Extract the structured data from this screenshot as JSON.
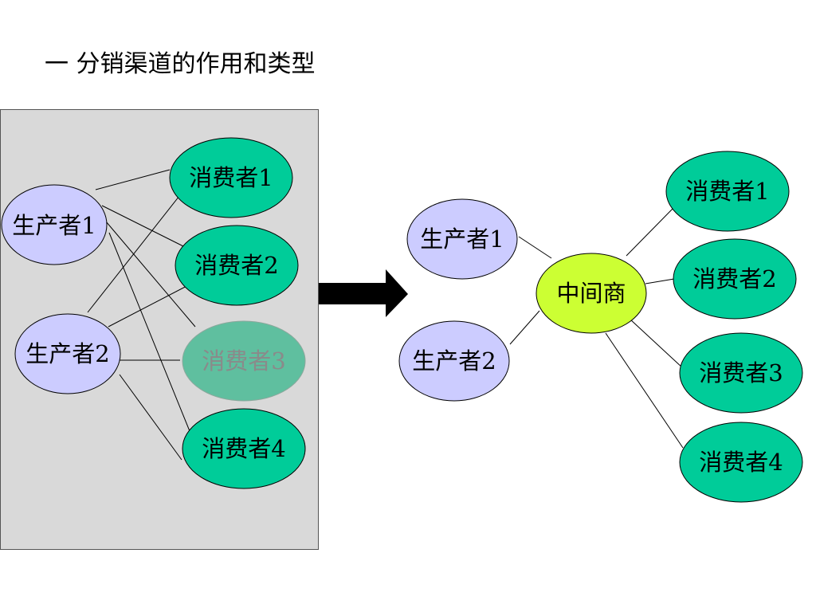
{
  "title": "一  分销渠道的作用和类型",
  "left": {
    "producers": [
      {
        "label": "生产者1"
      },
      {
        "label": "生产者2"
      }
    ],
    "consumers": [
      {
        "label": "消费者1"
      },
      {
        "label": "消费者2"
      },
      {
        "label": "消费者3",
        "faded": true
      },
      {
        "label": "消费者4"
      }
    ]
  },
  "right": {
    "producers": [
      {
        "label": "生产者1"
      },
      {
        "label": "生产者2"
      }
    ],
    "middleman": {
      "label": "中间商"
    },
    "consumers": [
      {
        "label": "消费者1"
      },
      {
        "label": "消费者2"
      },
      {
        "label": "消费者3"
      },
      {
        "label": "消费者4"
      }
    ]
  },
  "colors": {
    "producer": "#ccccff",
    "consumer": "#00cc99",
    "consumer_faded": "#5fbf9f",
    "middleman": "#ccff33",
    "panel": "#d9d9d9"
  }
}
